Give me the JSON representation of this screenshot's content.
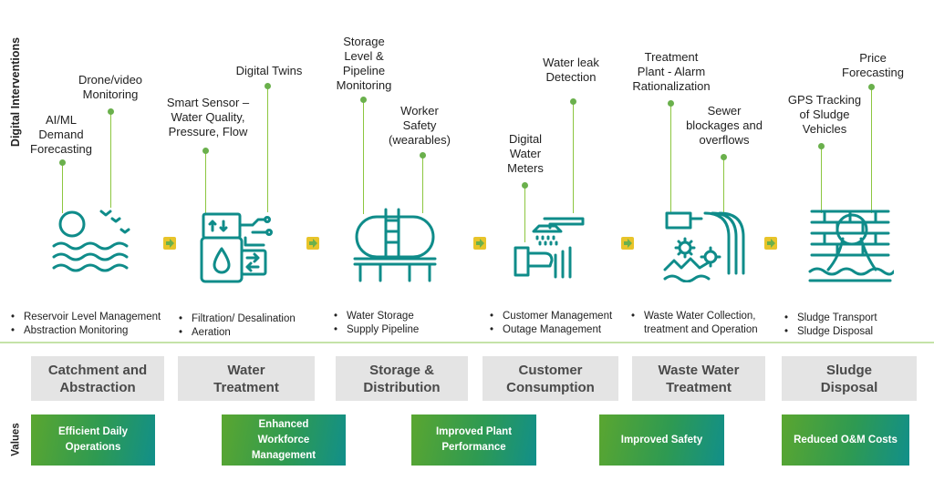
{
  "side_labels": {
    "interventions": "Digital Interventions",
    "values": "Values"
  },
  "stages": [
    {
      "key": "catchment",
      "interventions": [
        {
          "label": "AI/ML\nDemand\nForecasting"
        },
        {
          "label": "Drone/video\nMonitoring"
        }
      ],
      "icon": "reservoir-lake-icon",
      "bullets": [
        "Reservoir Level Management",
        "Abstraction Monitoring"
      ],
      "title": "Catchment and\nAbstraction"
    },
    {
      "key": "treatment",
      "interventions": [
        {
          "label": "Smart Sensor –\nWater Quality,\nPressure, Flow"
        },
        {
          "label": "Digital Twins"
        }
      ],
      "icon": "water-treatment-unit-icon",
      "bullets": [
        "Filtration/ Desalination",
        "Aeration"
      ],
      "title": "Water\nTreatment"
    },
    {
      "key": "storage",
      "interventions": [
        {
          "label": "Storage\nLevel &\nPipeline\nMonitoring"
        },
        {
          "label": "Worker\nSafety\n(wearables)"
        }
      ],
      "icon": "storage-tank-icon",
      "bullets": [
        "Water Storage",
        "Supply Pipeline"
      ],
      "title": "Storage &\nDistribution"
    },
    {
      "key": "consumption",
      "interventions": [
        {
          "label": "Digital\nWater\nMeters"
        },
        {
          "label": "Water leak\nDetection"
        }
      ],
      "icon": "shower-hand-icon",
      "bullets": [
        "Customer Management",
        "Outage Management"
      ],
      "title": "Customer\nConsumption"
    },
    {
      "key": "wastewater",
      "interventions": [
        {
          "label": "Treatment\nPlant - Alarm\nRationalization"
        },
        {
          "label": "Sewer\nblockages and\noverflows"
        }
      ],
      "icon": "sewer-pipes-gears-icon",
      "bullets": [
        "Waste Water Collection,",
        "treatment and Operation"
      ],
      "bullet_markers": [
        true,
        false
      ],
      "title": "Waste Water\nTreatment"
    },
    {
      "key": "sludge",
      "interventions": [
        {
          "label": "GPS Tracking\nof Sludge\nVehicles"
        },
        {
          "label": "Price\nForecasting"
        }
      ],
      "icon": "sludge-outfall-icon",
      "bullets": [
        "Sludge Transport",
        "Sludge Disposal"
      ],
      "title": "Sludge\nDisposal"
    }
  ],
  "values": [
    "Efficient Daily\nOperations",
    "Enhanced\nWorkforce\nManagement",
    "Improved Plant\nPerformance",
    "Improved Safety",
    "Reduced O&M Costs"
  ],
  "colors": {
    "icon": "#0f8c8a",
    "stem": "#8cc63f",
    "dot": "#6ab04c",
    "arrow": "#e8c42a",
    "stage_bg": "#e4e4e4"
  }
}
